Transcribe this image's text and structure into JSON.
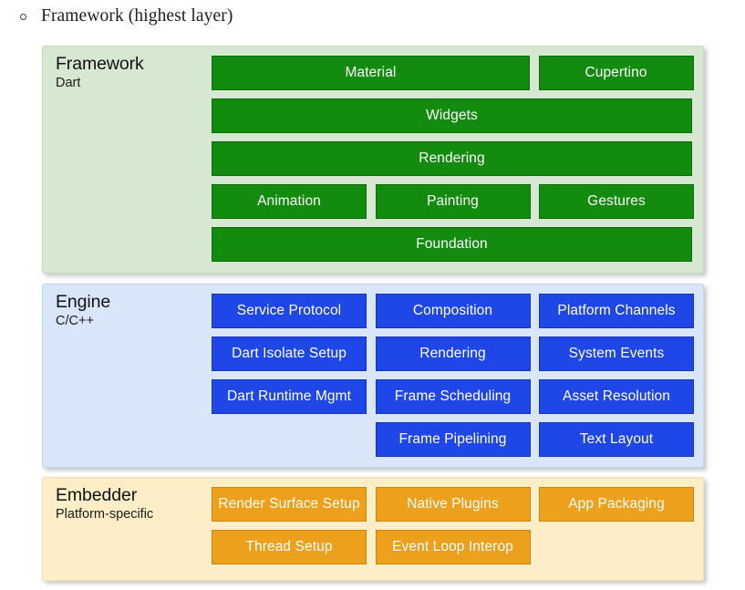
{
  "caption": {
    "bullet_icon": "circle-outline-icon",
    "text": "Framework (highest layer)"
  },
  "colors": {
    "framework_bg": "#d6e8d2",
    "framework_block": "#138b0f",
    "engine_bg": "#d9e5f8",
    "engine_block": "#1f47e8",
    "embedder_bg": "#fdeec8",
    "embedder_block": "#eda01c",
    "block_text": "#ffffff",
    "page_bg": "#ffffff"
  },
  "layers": {
    "framework": {
      "title": "Framework",
      "subtitle": "Dart",
      "rows": [
        {
          "blocks": [
            {
              "label": "Material",
              "span": 2
            },
            {
              "label": "Cupertino",
              "span": 1
            }
          ]
        },
        {
          "blocks": [
            {
              "label": "Widgets",
              "span": 3
            }
          ]
        },
        {
          "blocks": [
            {
              "label": "Rendering",
              "span": 3
            }
          ]
        },
        {
          "blocks": [
            {
              "label": "Animation",
              "span": 1
            },
            {
              "label": "Painting",
              "span": 1
            },
            {
              "label": "Gestures",
              "span": 1
            }
          ]
        },
        {
          "blocks": [
            {
              "label": "Foundation",
              "span": 3
            }
          ]
        }
      ]
    },
    "engine": {
      "title": "Engine",
      "subtitle": "C/C++",
      "rows": [
        {
          "blocks": [
            {
              "label": "Service Protocol",
              "span": 1
            },
            {
              "label": "Composition",
              "span": 1
            },
            {
              "label": "Platform Channels",
              "span": 1
            }
          ]
        },
        {
          "blocks": [
            {
              "label": "Dart Isolate Setup",
              "span": 1
            },
            {
              "label": "Rendering",
              "span": 1
            },
            {
              "label": "System Events",
              "span": 1
            }
          ]
        },
        {
          "blocks": [
            {
              "label": "Dart Runtime Mgmt",
              "span": 1
            },
            {
              "label": "Frame Scheduling",
              "span": 1
            },
            {
              "label": "Asset Resolution",
              "span": 1
            }
          ]
        },
        {
          "blocks": [
            {
              "label": "",
              "span": 1,
              "empty": true
            },
            {
              "label": "Frame Pipelining",
              "span": 1
            },
            {
              "label": "Text Layout",
              "span": 1
            }
          ]
        }
      ]
    },
    "embedder": {
      "title": "Embedder",
      "subtitle": "Platform-specific",
      "rows": [
        {
          "blocks": [
            {
              "label": "Render Surface Setup",
              "span": 1
            },
            {
              "label": "Native Plugins",
              "span": 1
            },
            {
              "label": "App Packaging",
              "span": 1
            }
          ]
        },
        {
          "blocks": [
            {
              "label": "Thread Setup",
              "span": 1
            },
            {
              "label": "Event Loop Interop",
              "span": 1
            }
          ]
        }
      ]
    }
  }
}
